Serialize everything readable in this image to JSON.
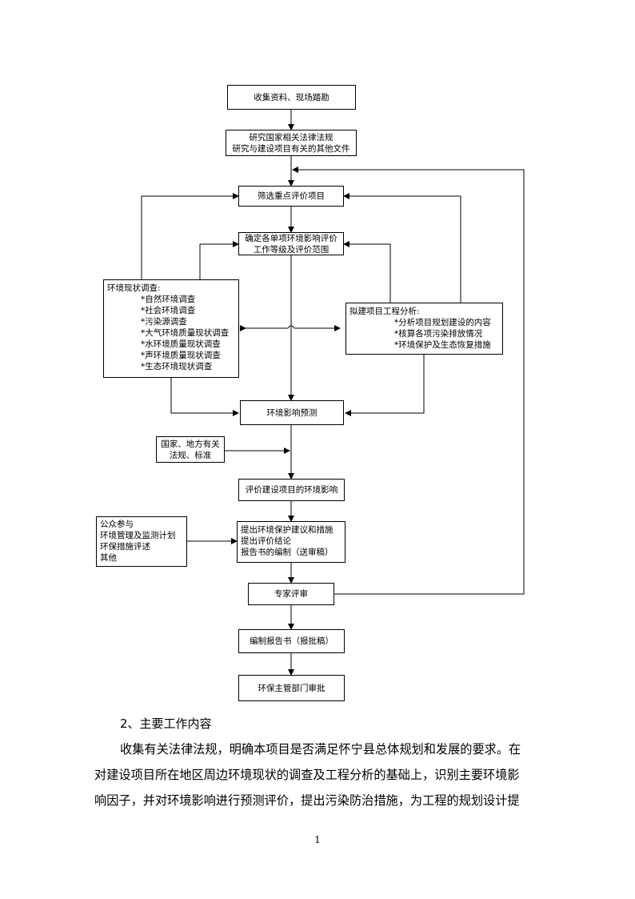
{
  "flowchart": {
    "collect": "收集资料、现场踏勘",
    "research": [
      "研究国家相关法律法规",
      "研究与建设项目有关的其他文件"
    ],
    "screen": "筛选重点评价项目",
    "determine": [
      "确定各单项环境影响评价",
      "工作等级及评价范围"
    ],
    "survey": {
      "title": "环境现状调查:",
      "items": [
        "*自然环境调查",
        "*社会环境调查",
        "*污染源调查",
        "*大气环境质量现状调查",
        "*水环境质量现状调查",
        "*声环境质量现状调查",
        "*生态环境现状调查"
      ]
    },
    "analysis": {
      "title": "拟建项目工程分析:",
      "items": [
        "*分析项目规划建设的内容",
        "*核算各项污染排放情况",
        "*环境保护及生态恢复措施"
      ]
    },
    "predict": "环境影响预测",
    "standards": [
      "国家、地方有关",
      "法规、标准"
    ],
    "evaluate": "评价建设项目的环境影响",
    "public": [
      "公众参与",
      "环境管理及监测计划",
      "环保措施评述",
      "其他"
    ],
    "measures": [
      "提出环境保护建议和措施",
      "提出评价结论",
      "报告书的编制（送审稿）"
    ],
    "expert": "专家评审",
    "compile": "编制报告书（报批稿）",
    "approve": "环保主管部门审批"
  },
  "section": {
    "heading": "2、主要工作内容",
    "lines": [
      "收集有关法律法规，明确本项目是否满足怀宁县总体规划和发展的要求。在",
      "对建设项目所在地区周边环境现状的调查及工程分析的基础上，识别主要环境影",
      "响因子，并对环境影响进行预测评价，提出污染防治措施，为工程的规划设计提"
    ]
  },
  "page_number": "1"
}
